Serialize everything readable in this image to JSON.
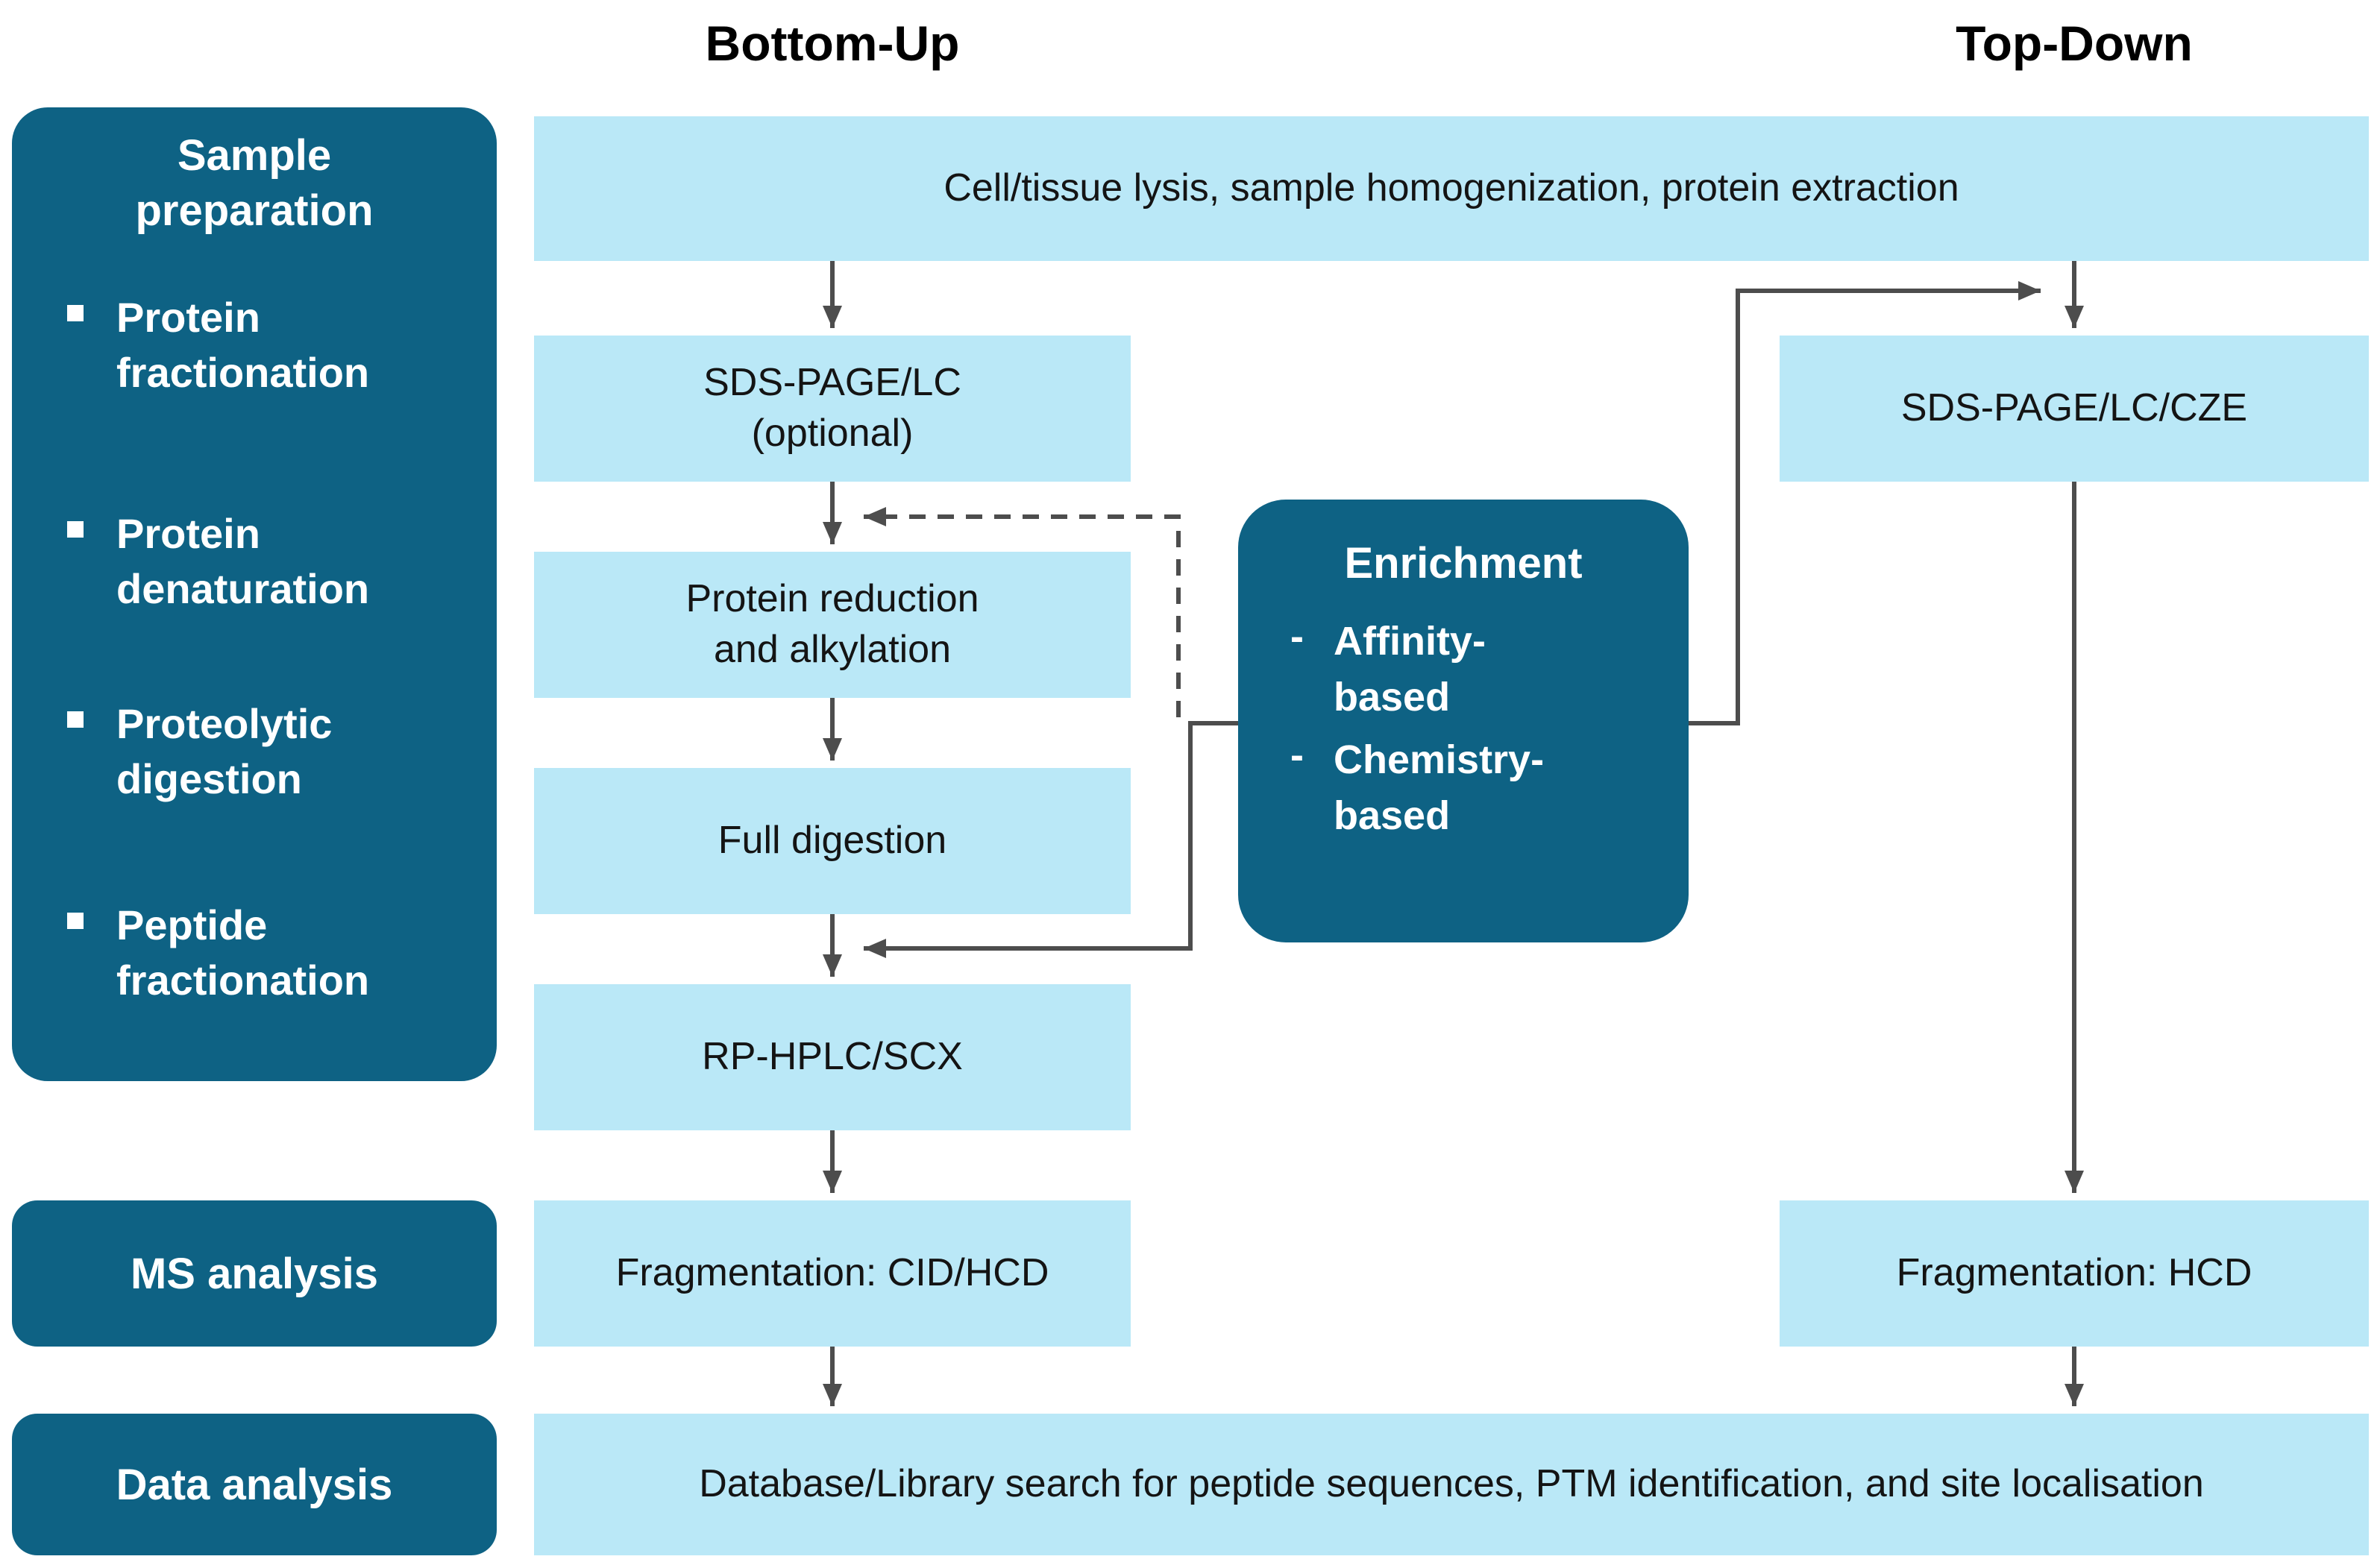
{
  "diagram": {
    "column_titles": {
      "bottom_up": "Bottom-Up",
      "top_down": "Top-Down"
    },
    "sidebar": {
      "sample_preparation_heading": "Sample\npreparation",
      "prep_steps": [
        "Protein\nfractionation",
        "Protein\ndenaturation",
        "Proteolytic\ndigestion",
        "Peptide\nfractionation"
      ],
      "ms_analysis": "MS analysis",
      "data_analysis": "Data analysis"
    },
    "shared_steps": {
      "lysis_bar": "Cell/tissue lysis, sample homogenization, protein extraction",
      "search_bar": "Database/Library search for peptide sequences, PTM identification, and site localisation"
    },
    "bottom_up_steps": [
      "SDS-PAGE/LC\n(optional)",
      "Protein reduction\nand alkylation",
      "Full digestion",
      "RP-HPLC/SCX",
      "Fragmentation: CID/HCD"
    ],
    "top_down_steps": [
      "SDS-PAGE/LC/CZE",
      "Fragmentation: HCD"
    ],
    "enrichment": {
      "title": "Enrichment",
      "dash": "-",
      "items": [
        "Affinity-\nbased",
        "Chemistry-\nbased"
      ]
    },
    "colors": {
      "dark_teal": "#0e6284",
      "light_cyan": "#bae8f7",
      "arrow_gray": "#4d4d4d",
      "text_black": "#141414",
      "text_white": "#ffffff"
    }
  }
}
